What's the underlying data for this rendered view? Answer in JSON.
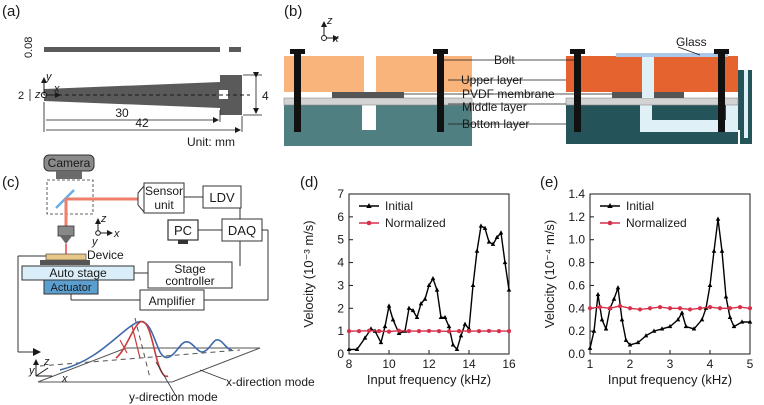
{
  "panels": {
    "a": {
      "label": "(a)",
      "dims": {
        "thickness": "0.08",
        "width_root": "2",
        "width_tip": "4",
        "len_inner": "30",
        "len_total": "42"
      },
      "axes": {
        "y": "y",
        "z": "z",
        "x": "x"
      },
      "unit": "Unit: mm"
    },
    "b": {
      "label": "(b)",
      "axes": {
        "z": "z",
        "x": "x"
      },
      "labels": {
        "bolt": "Bolt",
        "glass": "Glass",
        "upper": "Upper layer",
        "membrane": "PVDF membrane",
        "middle": "Middle layer",
        "bottom": "Bottom layer"
      }
    },
    "c": {
      "label": "(c)",
      "labels": {
        "camera": "Camera",
        "sensor": "Sensor\nunit",
        "ldv": "LDV",
        "pc": "PC",
        "daq": "DAQ",
        "device": "Device",
        "autostage": "Auto stage",
        "stage": "Stage\ncontroller",
        "actuator": "Actuator",
        "amplifier": "Amplifier",
        "xmode": "x-direction mode",
        "ymode": "y-direction mode"
      },
      "axes": {
        "z": "z",
        "x": "x",
        "y": "y"
      }
    },
    "d": {
      "label": "(d)"
    },
    "e": {
      "label": "(e)"
    }
  },
  "colors": {
    "upper_left": "#f9b47c",
    "upper_right": "#e4632f",
    "bottom_left": "#4f7f80",
    "bottom_right": "#24535a",
    "membrane": "#555555",
    "glass": "#a9c8ea",
    "initial": "#000000",
    "normalized": "#d6304a",
    "channel": "#dff0f6"
  },
  "chart_data": [
    {
      "type": "line",
      "xlabel": "Input frequency (kHz)",
      "ylabel": "Velocity (10⁻³ m/s)",
      "xlim": [
        8,
        16
      ],
      "ylim": [
        0,
        7
      ],
      "xticks": [
        8,
        10,
        12,
        14,
        16
      ],
      "yticks": [
        0,
        1,
        2,
        3,
        4,
        5,
        6,
        7
      ],
      "legend": "top-left",
      "series": [
        {
          "name": "Initial",
          "color": "#000000",
          "marker": "triangle",
          "x": [
            8.0,
            8.4,
            8.8,
            9.1,
            9.3,
            9.6,
            9.8,
            10.0,
            10.2,
            10.5,
            10.8,
            11.0,
            11.2,
            11.4,
            11.6,
            11.8,
            12.0,
            12.2,
            12.4,
            12.6,
            12.8,
            13.0,
            13.2,
            13.4,
            13.6,
            13.8,
            14.0,
            14.2,
            14.4,
            14.6,
            14.8,
            15.0,
            15.2,
            15.4,
            15.6,
            15.8,
            16.0
          ],
          "y": [
            0.2,
            0.2,
            0.7,
            1.1,
            1.0,
            0.5,
            1.2,
            2.1,
            1.5,
            0.9,
            1.0,
            2.0,
            1.9,
            1.6,
            2.2,
            2.4,
            3.0,
            3.3,
            2.8,
            1.6,
            1.6,
            1.2,
            0.4,
            0.2,
            0.8,
            1.3,
            1.1,
            3.0,
            4.5,
            5.6,
            5.5,
            4.9,
            4.8,
            5.1,
            5.3,
            4.0,
            2.8
          ]
        },
        {
          "name": "Normalized",
          "color": "#d6304a",
          "marker": "circle",
          "x": [
            8.0,
            8.5,
            9.0,
            9.5,
            10.0,
            10.5,
            11.0,
            11.5,
            12.0,
            12.5,
            13.0,
            13.5,
            14.0,
            14.5,
            15.0,
            15.5,
            16.0
          ],
          "y": [
            1.0,
            1.0,
            1.02,
            1.0,
            0.98,
            1.02,
            1.0,
            1.0,
            1.01,
            1.0,
            0.99,
            1.0,
            1.0,
            1.0,
            1.01,
            1.0,
            1.0
          ]
        }
      ]
    },
    {
      "type": "line",
      "xlabel": "Input frequency (kHz)",
      "ylabel": "Velocity (10⁻⁴ m/s)",
      "xlim": [
        1,
        5
      ],
      "ylim": [
        0,
        1.4
      ],
      "xticks": [
        1,
        2,
        3,
        4,
        5
      ],
      "yticks": [
        0.0,
        0.2,
        0.4,
        0.6,
        0.8,
        1.0,
        1.2,
        1.4
      ],
      "legend": "top-left",
      "series": [
        {
          "name": "Initial",
          "color": "#000000",
          "marker": "triangle",
          "x": [
            1.0,
            1.1,
            1.2,
            1.3,
            1.4,
            1.5,
            1.6,
            1.7,
            1.8,
            1.9,
            2.0,
            2.2,
            2.4,
            2.6,
            2.8,
            3.0,
            3.2,
            3.3,
            3.4,
            3.6,
            3.8,
            3.9,
            4.0,
            4.1,
            4.2,
            4.3,
            4.4,
            4.5,
            4.6,
            4.8,
            5.0
          ],
          "y": [
            0.05,
            0.2,
            0.52,
            0.3,
            0.22,
            0.4,
            0.48,
            0.58,
            0.3,
            0.12,
            0.08,
            0.1,
            0.16,
            0.2,
            0.22,
            0.24,
            0.3,
            0.36,
            0.24,
            0.22,
            0.3,
            0.4,
            0.6,
            0.9,
            1.18,
            0.9,
            0.5,
            0.32,
            0.24,
            0.28,
            0.28
          ]
        },
        {
          "name": "Normalized",
          "color": "#d6304a",
          "marker": "circle",
          "x": [
            1.0,
            1.25,
            1.5,
            1.75,
            2.0,
            2.25,
            2.5,
            2.75,
            3.0,
            3.25,
            3.5,
            3.75,
            4.0,
            4.25,
            4.5,
            4.75,
            5.0
          ],
          "y": [
            0.4,
            0.41,
            0.4,
            0.42,
            0.4,
            0.39,
            0.4,
            0.41,
            0.4,
            0.4,
            0.39,
            0.4,
            0.41,
            0.4,
            0.4,
            0.41,
            0.4
          ]
        }
      ]
    }
  ]
}
